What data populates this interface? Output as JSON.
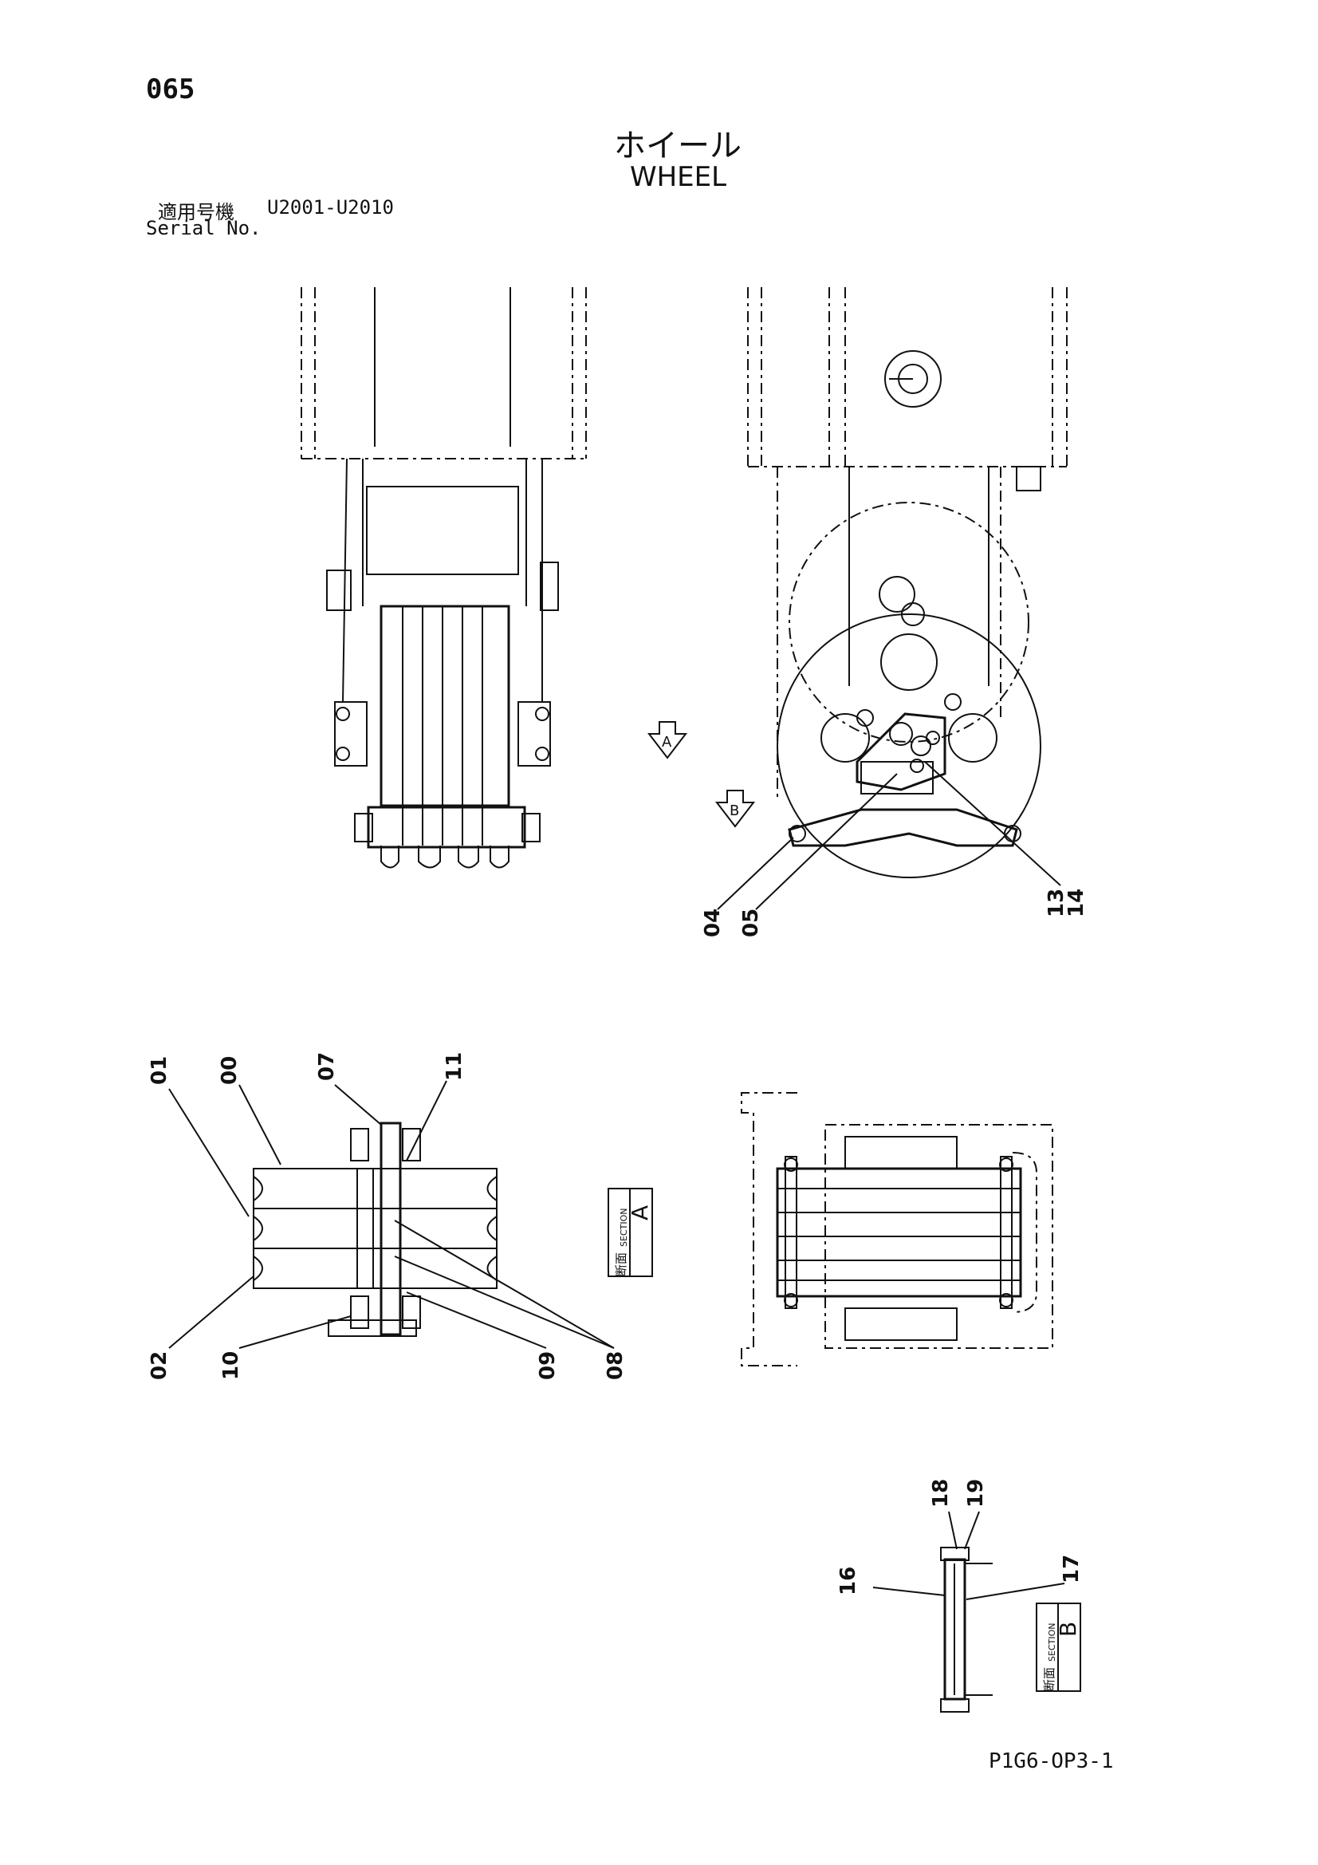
{
  "header": {
    "page_number": "065",
    "title_jp": "ホイール",
    "title_en": "WHEEL",
    "serial_label_jp": "適用号機",
    "serial_range": "U2001-U2010",
    "serial_label_en": "Serial No."
  },
  "footer": {
    "doc_code": "P1G6-OP3-1"
  },
  "views": {
    "view_arrow_a": "A",
    "view_arrow_b": "B"
  },
  "callouts": {
    "side_view": [
      "04",
      "05",
      "13",
      "14"
    ],
    "section_a": [
      "01",
      "00",
      "07",
      "11",
      "02",
      "10",
      "09",
      "08"
    ],
    "section_b": [
      "18",
      "19",
      "16",
      "17"
    ]
  },
  "sections": {
    "a": {
      "jp": "断面",
      "en": "SECTION",
      "letter": "A"
    },
    "b": {
      "jp": "断面",
      "en": "SECTION",
      "letter": "B"
    }
  }
}
